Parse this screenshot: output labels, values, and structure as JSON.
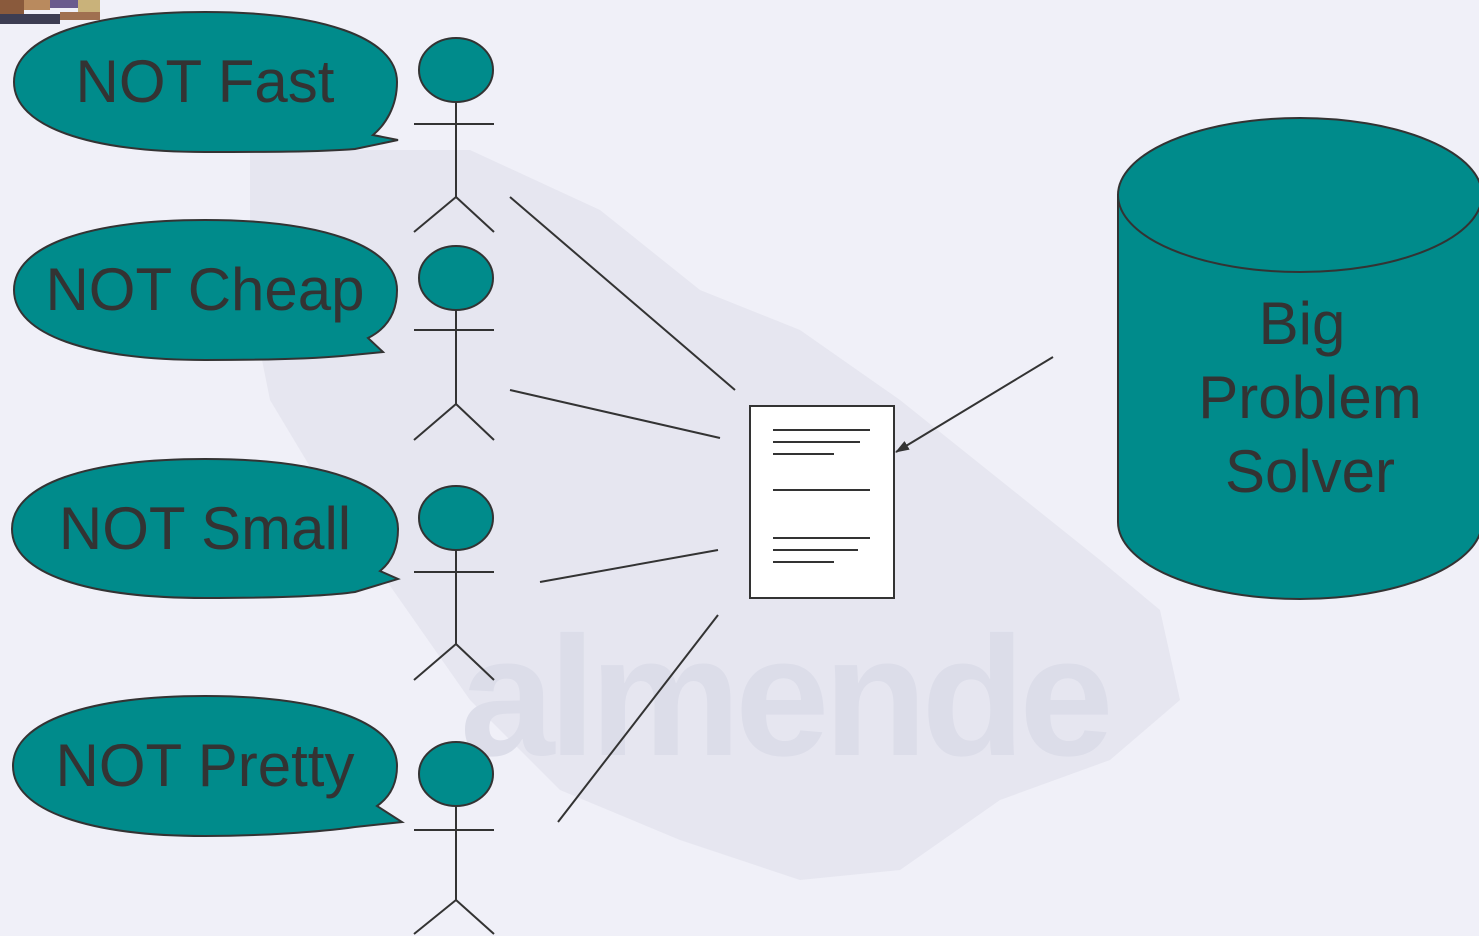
{
  "watermark": {
    "text": "almende"
  },
  "speech_bubbles": [
    {
      "label": "NOT Fast"
    },
    {
      "label": "NOT Cheap"
    },
    {
      "label": "NOT Small"
    },
    {
      "label": "NOT Pretty"
    }
  ],
  "database": {
    "lines": [
      "Big",
      "Problem",
      "Solver"
    ]
  },
  "colors": {
    "background": "#f0f0f8",
    "teal_fill": "#008b8b",
    "stroke": "#333333",
    "watermark": "#dcdde9",
    "document_fill": "#ffffff"
  },
  "icons": {
    "actor": "stick-figure-icon",
    "document": "document-icon",
    "database": "cylinder-icon",
    "logo": "corner-logo-icon"
  }
}
